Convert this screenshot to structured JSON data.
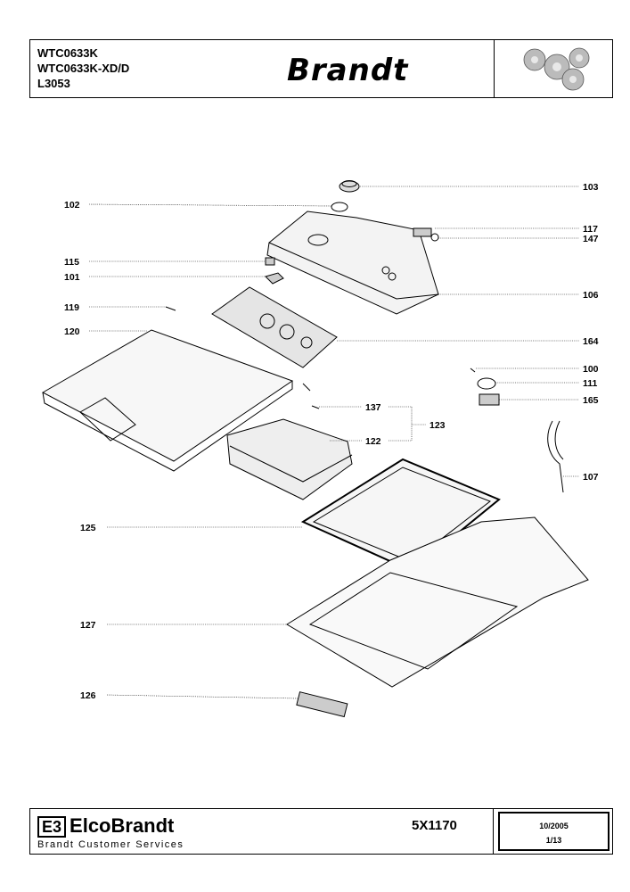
{
  "header": {
    "models": [
      "WTC0633K",
      "WTC0633K-XD/D",
      "L3053"
    ],
    "brand": "Brandt",
    "gear_logo_icon": "gear-cluster-icon"
  },
  "callouts": [
    {
      "id": "103"
    },
    {
      "id": "102"
    },
    {
      "id": "117"
    },
    {
      "id": "147"
    },
    {
      "id": "115"
    },
    {
      "id": "101"
    },
    {
      "id": "106"
    },
    {
      "id": "119"
    },
    {
      "id": "120"
    },
    {
      "id": "164"
    },
    {
      "id": "100"
    },
    {
      "id": "111"
    },
    {
      "id": "165"
    },
    {
      "id": "137"
    },
    {
      "id": "123"
    },
    {
      "id": "122"
    },
    {
      "id": "107"
    },
    {
      "id": "125"
    },
    {
      "id": "127"
    },
    {
      "id": "126"
    }
  ],
  "footer": {
    "company_mark": "E3",
    "company": "ElcoBrandt",
    "subtitle": "Brandt Customer Services",
    "doc_number": "5X1170",
    "date": "10/2005",
    "page": "1/13"
  }
}
